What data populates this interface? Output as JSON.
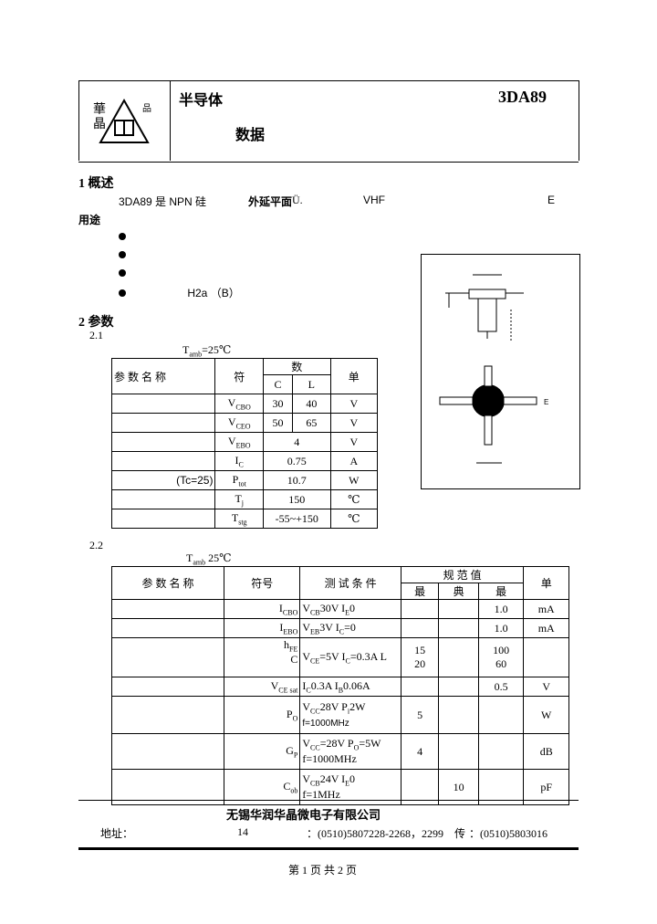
{
  "header": {
    "title_left": "半导体",
    "part_number": "3DA89",
    "subtitle": "数据"
  },
  "section1": {
    "number": "1",
    "heading": "概述",
    "desc_line1": "3DA89 是 NPN 硅",
    "desc_line1b": "外延平面",
    "desc_line1c": "Ü.",
    "desc_line1d": "VHF",
    "desc_line1e": "E",
    "desc_line2": "用途",
    "features": [
      "●",
      "●",
      "●",
      "●"
    ],
    "package": "H2a",
    "package_note": "（B）"
  },
  "section2": {
    "number": "2",
    "heading": "参数",
    "sub1": "2.1",
    "sub1_cond": "T",
    "sub1_cond_sub": "amb",
    "sub1_cond_val": "=25℃",
    "sub2": "2.2",
    "sub2_cond": "T",
    "sub2_cond_sub": "amb",
    "sub2_cond_val": "25℃"
  },
  "table1": {
    "head": [
      "参 数 名 称",
      "符",
      "数",
      "单"
    ],
    "subhead": [
      "C",
      "L"
    ],
    "rows": [
      {
        "name": "",
        "sym": "V",
        "sub": "CBO",
        "c": "30",
        "l": "40",
        "unit": "V"
      },
      {
        "name": "",
        "sym": "V",
        "sub": "CEO",
        "c": "50",
        "l": "65",
        "unit": "V"
      },
      {
        "name": "",
        "sym": "V",
        "sub": "EBO",
        "c": "4",
        "l": "",
        "unit": "V"
      },
      {
        "name": "",
        "sym": "I",
        "sub": "C",
        "c": "0.75",
        "l": "",
        "unit": "A"
      },
      {
        "name": "(Tc=25)",
        "sym": "P",
        "sub": "tot",
        "c": "10.7",
        "l": "",
        "unit": "W"
      },
      {
        "name": "",
        "sym": "T",
        "sub": "j",
        "c": "150",
        "l": "",
        "unit": "℃"
      },
      {
        "name": "",
        "sym": "T",
        "sub": "stg",
        "c": "-55~+150",
        "l": "",
        "unit": "℃"
      }
    ]
  },
  "table2": {
    "head": [
      "参 数 名 称",
      "符号",
      "测 试 条 件",
      "规 范 值",
      "单"
    ],
    "subhead": [
      "最",
      "典",
      "最"
    ],
    "rows": [
      {
        "sym": "I",
        "sub": "CBO",
        "cond": "V",
        "cond_sub": "CB",
        "cond_val": "30V  I",
        "cond_sub2": "E",
        "cond_val2": "0",
        "min": "",
        "typ": "",
        "max": "1.0",
        "unit": "mA"
      },
      {
        "sym": "I",
        "sub": "EBO",
        "cond": "V",
        "cond_sub": "EB",
        "cond_val": "3V  I",
        "cond_sub2": "C",
        "cond_val2": "=0",
        "min": "",
        "typ": "",
        "max": "1.0",
        "unit": "mA"
      },
      {
        "sym": "h",
        "sub": "FE",
        "cond": "V",
        "cond_sub": "CE",
        "cond_val": "=5V I",
        "cond_sub2": "C",
        "cond_val2": "=0.3A",
        "min": "15",
        "typ": "",
        "max": "100",
        "unit": ""
      },
      {
        "sym": "V",
        "sub": "CE sat",
        "cond": "I",
        "cond_sub": "C",
        "cond_val": "0.3A  I",
        "cond_sub2": "B",
        "cond_val2": "0.06A",
        "min": "",
        "typ": "",
        "max": "0.5",
        "unit": "V"
      },
      {
        "sym": "P",
        "sub": "O",
        "cond": "V",
        "cond_sub": "CC",
        "cond_val": "28V  P",
        "cond_sub2": "i",
        "cond_val2": "2W",
        "min": "5",
        "typ": "",
        "max": "",
        "unit": "W"
      },
      {
        "sym": "G",
        "sub": "P",
        "cond": "V",
        "cond_sub": "CC",
        "cond_val": "=28V   P",
        "cond_sub2": "O",
        "cond_val2": "=5W",
        "min": "4",
        "typ": "",
        "max": "",
        "unit": "dB"
      },
      {
        "sym": "C",
        "sub": "ob",
        "cond": "V",
        "cond_sub": "CB",
        "cond_val": "24V  I",
        "cond_sub2": "E",
        "cond_val2": "0",
        "min": "",
        "typ": "10",
        "max": "",
        "unit": "pF"
      }
    ],
    "hfe_row2": {
      "c": "C",
      "l": "L",
      "min_l": "20",
      "max_l": "60"
    },
    "freq": "f=1000MHz",
    "freq2": "f=1000MHz",
    "freq3": "f=1MHz"
  },
  "footer": {
    "company": "无锡华润华晶微电子有限公司",
    "addr_label": "地址：",
    "addr_num": "14",
    "phone": "：(0510)5807228-2268，2299",
    "fax_label": "传",
    "fax": "：(0510)5803016",
    "page": "第 1 页   共 2 页"
  }
}
